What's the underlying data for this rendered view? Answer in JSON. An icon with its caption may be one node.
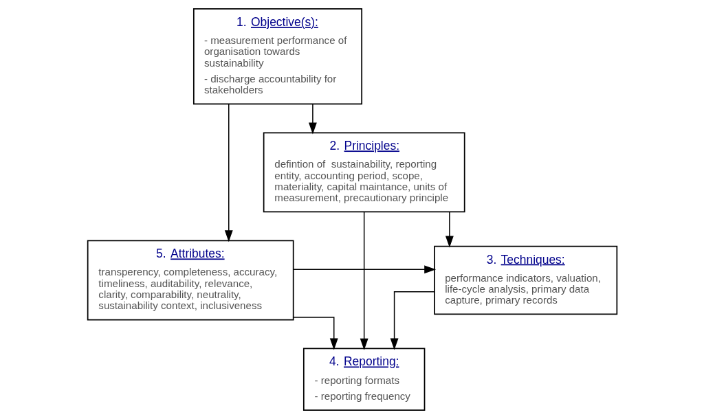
{
  "diagram": {
    "nodes": [
      {
        "text": [
          "1. Objective(s):",
          "- measurement performance of organisation towards sustainability",
          "- discharge accountability for stakeholders"
        ]
      },
      {
        "text": [
          "2. Principles:",
          "defintion of  sustainability, reporting entity, accounting period, scope, materiality, capital maintance, units of measurement, precautionary principle"
        ]
      },
      {
        "text": [
          "3. Techniques:",
          "performance indicators, valuation, life-cycle analysis, primary data capture, primary records"
        ]
      },
      {
        "text": [
          "5. Attributes:",
          "transperency, completeness, accuracy, timeliness, auditability, relevance, clarity, comparability, neutrality, sustainability context, inclusiveness"
        ]
      },
      {
        "text": [
          "4. Reporting:",
          "- reporting formats",
          "- reporting frequency"
        ]
      }
    ],
    "edges": [
      {
        "from": 0,
        "to": 1,
        "arrow": "to"
      },
      {
        "from": 0,
        "to": 3,
        "arrow": "to"
      },
      {
        "from": 1,
        "to": 2,
        "arrow": "to"
      },
      {
        "from": 1,
        "to": 4,
        "arrow": "to"
      },
      {
        "from": 3,
        "to": 2,
        "arrow": "to"
      },
      {
        "from": 2,
        "to": 4,
        "arrow": "to"
      },
      {
        "from": 3,
        "to": 4,
        "arrow": "to"
      }
    ]
  }
}
